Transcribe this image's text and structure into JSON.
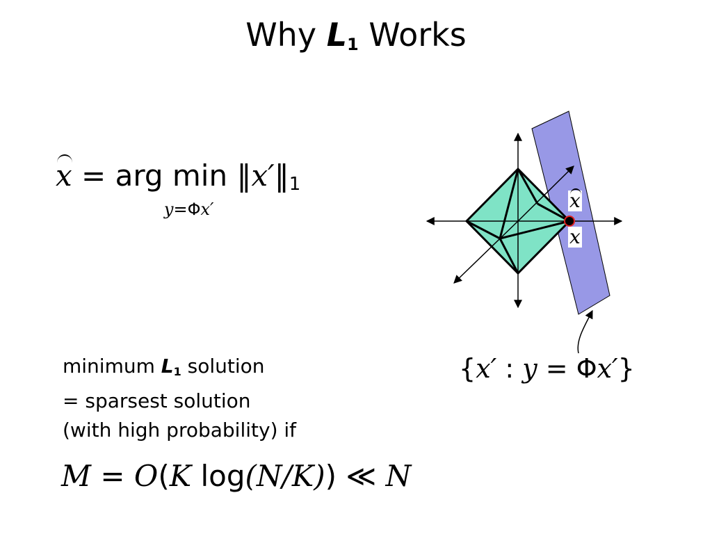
{
  "title": {
    "prefix": "Why ",
    "bold": "L",
    "sub": "1",
    "suffix": " Works"
  },
  "equation1": {
    "lhs": "x",
    "eq": " = ",
    "op": "arg",
    "min": "min",
    "sub_y": "y",
    "sub_eq": "=",
    "sub_phi": "Φ",
    "sub_x": "x′",
    "norm_open": " ‖",
    "norm_x": "x′",
    "norm_close": "‖",
    "norm_sub": "1"
  },
  "text": {
    "line1_a": "minimum ",
    "line1_bold": "L",
    "line1_sub": "1",
    "line1_b": " solution",
    "line2": "= sparsest solution",
    "line3": "(with high probability) if"
  },
  "equation2": {
    "m": "M",
    "eq": " = ",
    "o": "O",
    "open": "(",
    "k": "K",
    "log": " log",
    "inner": "(N/K)",
    "close": ")",
    "ll": " ≪ ",
    "n": "N"
  },
  "set_label": {
    "open": "{",
    "x": "x′",
    "colon": " :  ",
    "y": "y",
    "eq": " = ",
    "phi": "Φ",
    "x2": "x′",
    "close": "}"
  },
  "point_labels": {
    "xhat": "x",
    "x": "x"
  },
  "colors": {
    "polytope": "#7fe3c6",
    "plane": "#9898e6",
    "point_fill": "#000000",
    "point_ring": "#e02020"
  }
}
